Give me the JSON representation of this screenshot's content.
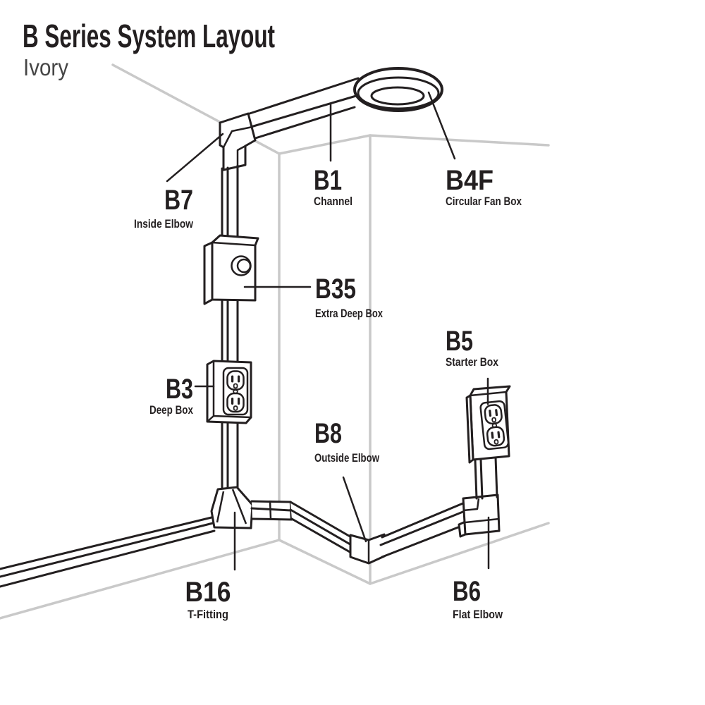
{
  "title": "B Series System Layout",
  "subtitle": "Ivory",
  "colors": {
    "ink": "#231f20",
    "room_line": "#c9c9c9",
    "background": "#ffffff"
  },
  "parts": [
    {
      "code": "B7",
      "name": "Inside Elbow"
    },
    {
      "code": "B1",
      "name": "Channel"
    },
    {
      "code": "B4F",
      "name": "Circular Fan Box"
    },
    {
      "code": "B35",
      "name": "Extra Deep Box"
    },
    {
      "code": "B3",
      "name": "Deep Box"
    },
    {
      "code": "B5",
      "name": "Starter Box"
    },
    {
      "code": "B8",
      "name": "Outside Elbow"
    },
    {
      "code": "B16",
      "name": "T-Fitting"
    },
    {
      "code": "B6",
      "name": "Flat Elbow"
    }
  ]
}
